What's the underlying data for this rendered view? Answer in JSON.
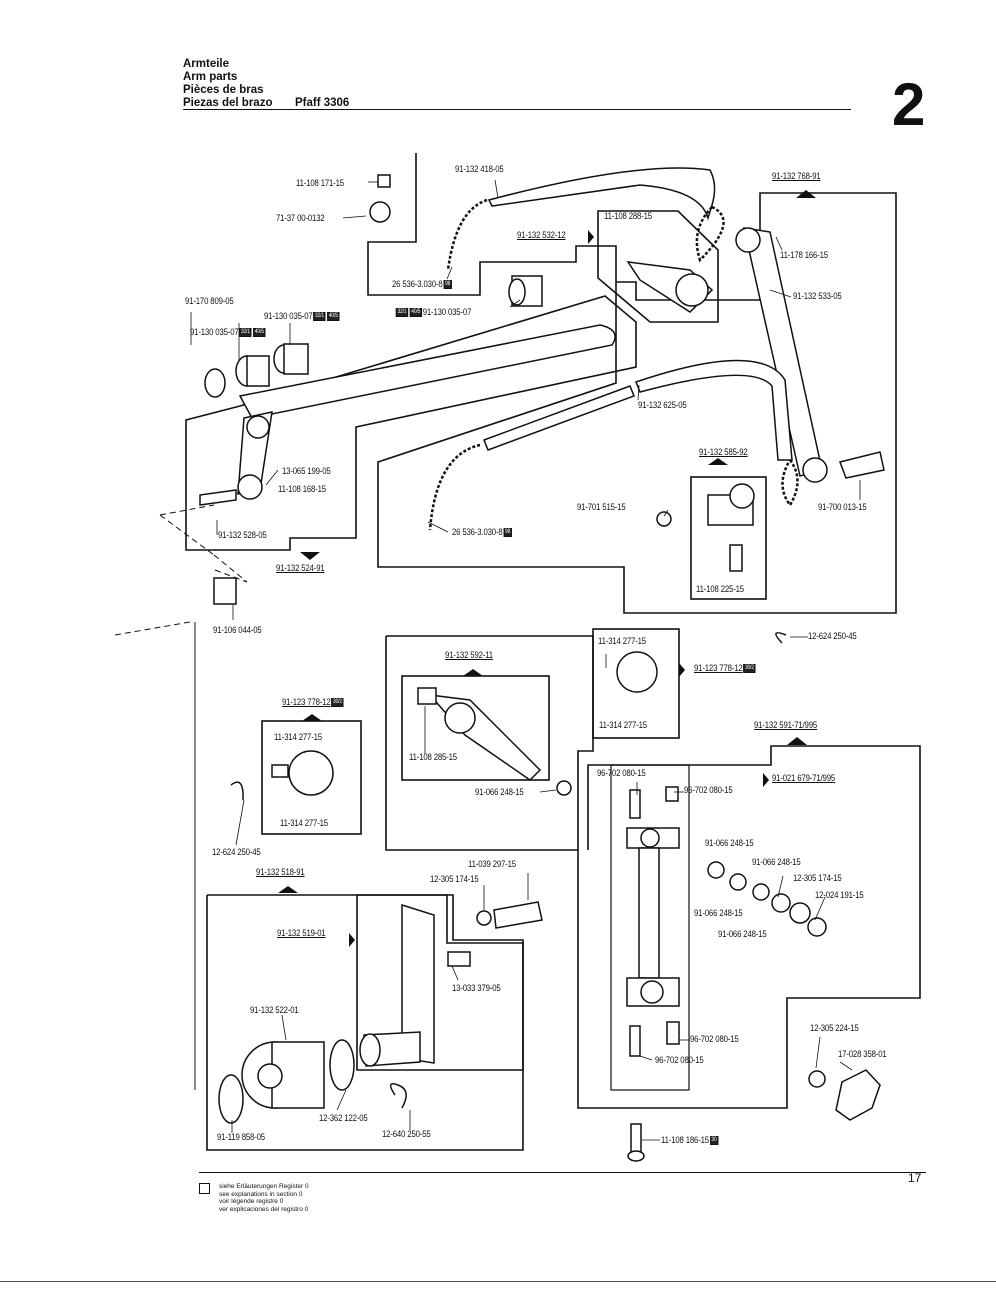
{
  "header": {
    "line1": "Armteile",
    "line2": "Arm parts",
    "line3": "Pièces de bras",
    "line4": "Piezas del brazo",
    "model": "Pfaff 3306",
    "section": "2"
  },
  "labels": {
    "p01": "11-108 171-15",
    "p02": "71-37 00-0132",
    "p03": "91-132 418-05",
    "p04": "91-132 768-91",
    "p05": "11-108 288-15",
    "p06": "91-132 532-12",
    "p07": "11-178 166-15",
    "p08": "26 536-3.030-8",
    "p09": "91-132 533-05",
    "p10": "91-170 809-05",
    "p11": "91-130 035-07",
    "p12": "91-130 035-07",
    "p13": "91-130 035-07",
    "p14": "91-132 625-05",
    "p15": "13-065 199-05",
    "p16": "11-108 168-15",
    "p17": "91-132 585-92",
    "p18": "91-701 515-15",
    "p19": "91-700 013-15",
    "p20": "26 536-3.030-8",
    "p21": "91-132 528-05",
    "p22": "91-132 524-91",
    "p23": "11-108 225-15",
    "p24": "91-106 044-05",
    "p25": "11-314 277-15",
    "p26": "12-624 250-45",
    "p27": "91-132 592-11",
    "p28": "91-123 778-12",
    "p29": "11-314 277-15",
    "p30": "91-132 591-71/995",
    "p31": "91-123 778-12",
    "p32": "11-314 277-15",
    "p33": "11-108 285-15",
    "p34": "96-702 080-15",
    "p35": "96-702 080-15",
    "p36": "91-021 679-71/995",
    "p37": "91-066 248-15",
    "p38": "11-314 277-15",
    "p39": "91-066 248-15",
    "p40": "91-066 248-15",
    "p41": "12-624 250-45",
    "p42": "12-305 174-15",
    "p43": "11-039 297-15",
    "p44": "12-024 191-15",
    "p45": "91-132 518-91",
    "p46": "12-305 174-15",
    "p47": "91-066 248-15",
    "p48": "91-066 248-15",
    "p49": "91-132 519-01",
    "p50": "13-033 379-05",
    "p51": "91-132 522-01",
    "p52": "12-305 224-15",
    "p53": "96-702 080-15",
    "p54": "17-028 358-01",
    "p55": "96-702 080-15",
    "p56": "12-362 122-05",
    "p57": "91-119 858-05",
    "p58": "12-640 250-55",
    "p59": "11-108 186-15"
  },
  "badges": {
    "b1": "32/1",
    "b2": "40/5",
    "b3": "32/1",
    "b4": "40/5",
    "b5": "32/1",
    "b6": "40/5",
    "b7": "98",
    "b8": "98",
    "b9": "30/2",
    "b10": "30/2",
    "b11": "30"
  },
  "footer": {
    "line1": "siehe Erläuterungen Register 0",
    "line2": "see explanations in section 0",
    "line3": "voir légende registre 0",
    "line4": "ver explicaciones del registro 0",
    "page": "17"
  }
}
